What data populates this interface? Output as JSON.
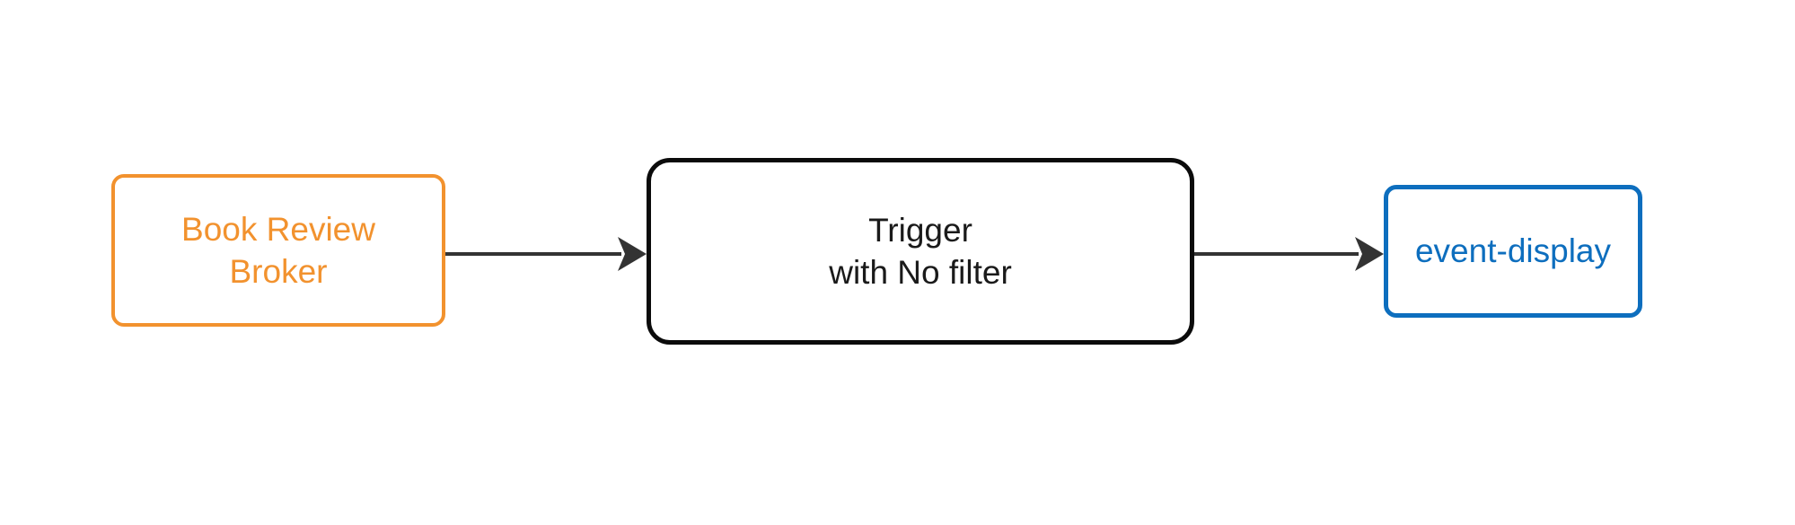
{
  "diagram": {
    "type": "flowchart",
    "direction": "left-to-right",
    "background_color": "#ffffff",
    "nodes": [
      {
        "id": "broker",
        "label": "Book Review\nBroker",
        "role": "source-broker",
        "shape": "rounded-rectangle",
        "border_color": "#f2922e",
        "text_color": "#f2922e",
        "fill_color": "#ffffff"
      },
      {
        "id": "trigger",
        "label": "Trigger\nwith No filter",
        "role": "trigger",
        "shape": "rounded-rectangle",
        "border_color": "#0b0b0b",
        "text_color": "#1a1a1a",
        "fill_color": "#ffffff"
      },
      {
        "id": "sink",
        "label": "event-display",
        "role": "sink-service",
        "shape": "rounded-rectangle",
        "border_color": "#0d6ebe",
        "text_color": "#0d6ebe",
        "fill_color": "#ffffff"
      }
    ],
    "edges": [
      {
        "id": "broker-to-trigger",
        "from": "broker",
        "to": "trigger",
        "label": "",
        "color": "#333333",
        "arrowhead": "filled-triangle"
      },
      {
        "id": "trigger-to-sink",
        "from": "trigger",
        "to": "sink",
        "label": "",
        "color": "#333333",
        "arrowhead": "filled-triangle"
      }
    ]
  }
}
